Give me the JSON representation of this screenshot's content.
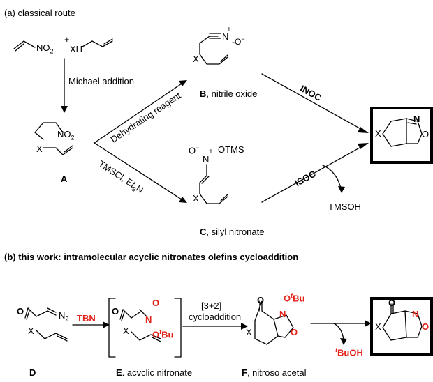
{
  "part_a": {
    "heading": "(a) classical route",
    "reagent_no2": "NO",
    "sub2": "2",
    "plus": "+",
    "reagent_xh": "XH",
    "michael": "Michael addition",
    "compound_a_label": "A",
    "dehydrating": "Dehydrating reagent",
    "tmscl": "TMSCl, Et",
    "tmscl_sub": "3",
    "tmscl_tail": "N",
    "b_label_bold": "B",
    "b_label_rest": ", nitrile oxide",
    "c_label_bold": "C",
    "c_label_rest": ", silyl nitronate",
    "inoc": "INOC",
    "isoc": "ISOC",
    "tmsoh": "TMSOH",
    "n_plus": "N",
    "o_minus": "O",
    "otms": "OTMS",
    "x": "X",
    "product_n": "N",
    "product_o": "O",
    "plus_sign": "+",
    "minus_sign": "−"
  },
  "part_b": {
    "heading": "(b) this work: intramolecular acyclic nitronates olefins cycloaddition",
    "tbn": "TBN",
    "cyclo_line1": "[3+2]",
    "cyclo_line2": "cycloaddition",
    "d_label": "D",
    "e_label_bold": "E",
    "e_label_rest": ". acvclic nitronate",
    "f_label_bold": "F",
    "f_label_rest": ", nitroso acetal",
    "tbuoh_pre": "t",
    "tbuoh": "BuOH",
    "otbu_o": "O",
    "otbu_t": "t",
    "otbu_bu": "Bu",
    "n2": "N",
    "n2_sub": "2",
    "o": "O",
    "x": "X",
    "n": "N"
  }
}
